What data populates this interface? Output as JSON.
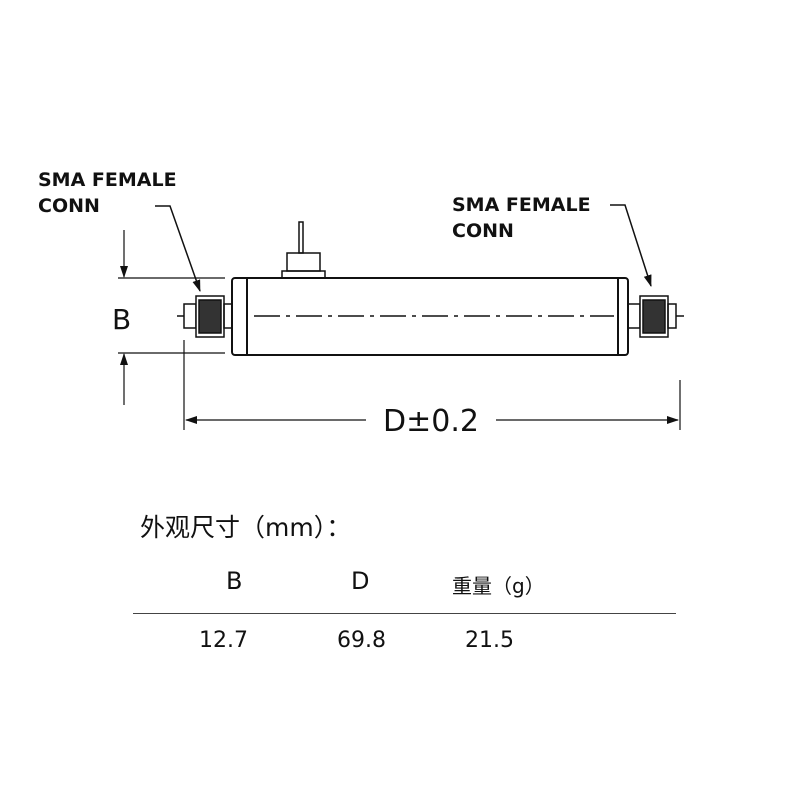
{
  "drawing": {
    "left_label": [
      "SMA FEMALE",
      "CONN"
    ],
    "right_label": [
      "SMA FEMALE",
      "CONN"
    ],
    "dim_b": "B",
    "dim_d": "D±0.2"
  },
  "table": {
    "title": "外观尺寸（mm）：",
    "headers": [
      "B",
      "D",
      "重量（g）"
    ],
    "values": [
      "12.7",
      "69.8",
      "21.5"
    ]
  }
}
